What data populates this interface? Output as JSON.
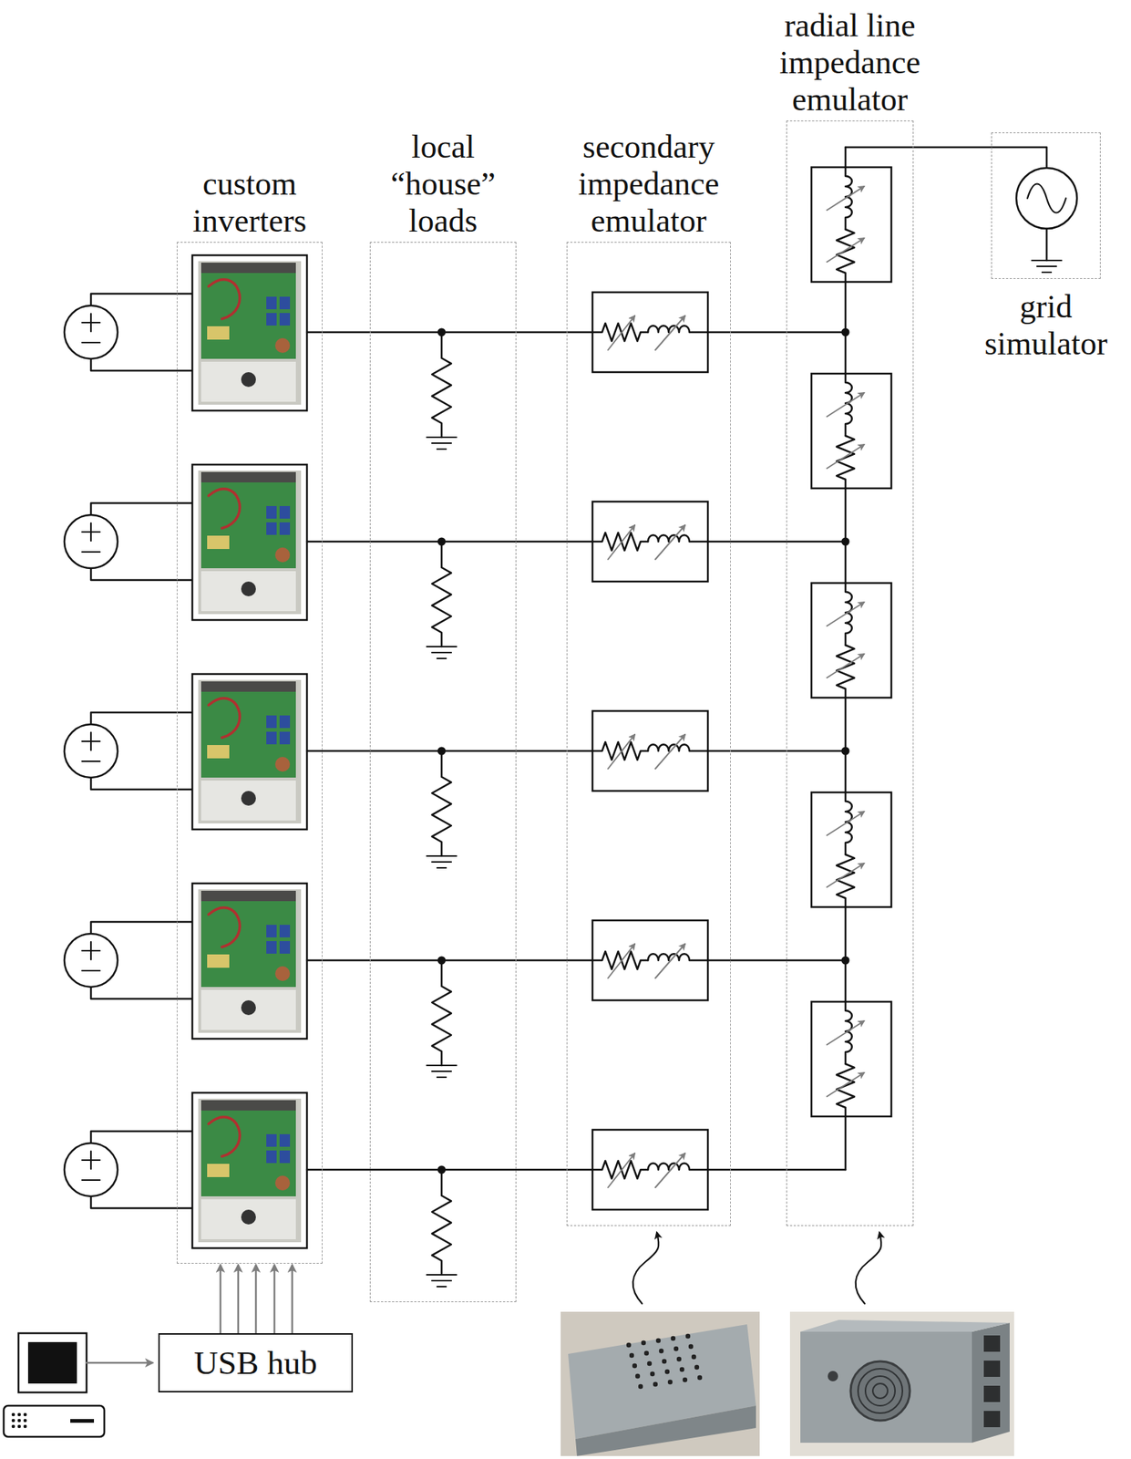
{
  "diagram": {
    "nodes": [
      {
        "text": [
          "custom inverters"
        ]
      },
      {
        "text": [
          "local “house” loads"
        ]
      },
      {
        "text": [
          "secondary impedance emulator"
        ]
      },
      {
        "text": [
          "radial line impedance emulator"
        ]
      },
      {
        "text": [
          "grid simulator"
        ]
      },
      {
        "text": [
          "USB hub"
        ]
      }
    ],
    "edges": [
      {
        "from": 5,
        "to": 0,
        "arrow": "to"
      },
      {
        "from": 5,
        "to": 0,
        "arrow": "to"
      },
      {
        "from": 5,
        "to": 0,
        "arrow": "to"
      },
      {
        "from": 5,
        "to": 0,
        "arrow": "to"
      },
      {
        "from": 5,
        "to": 0,
        "arrow": "to"
      }
    ]
  }
}
